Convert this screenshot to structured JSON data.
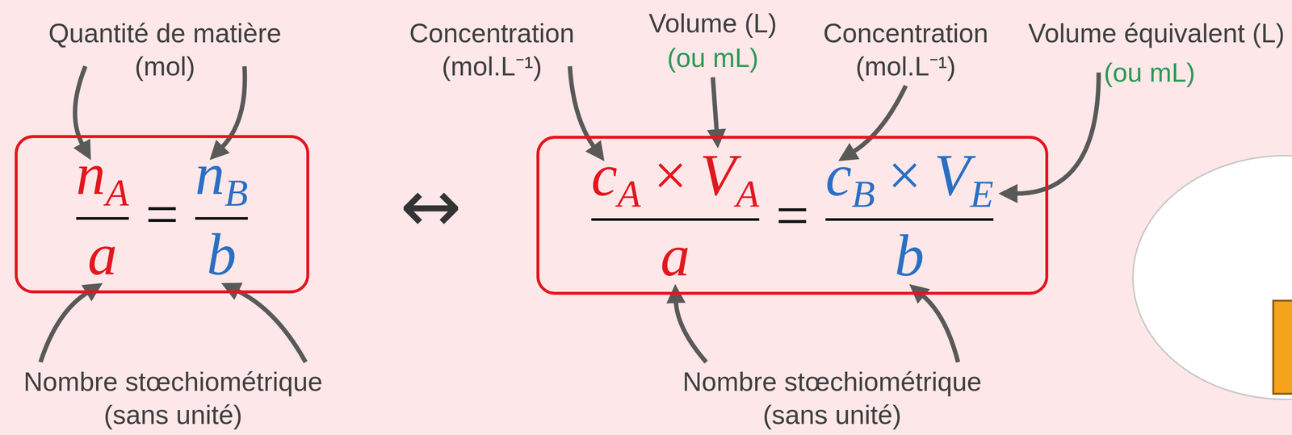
{
  "diagram": {
    "nodes": [
      {
        "text": [
          "n",
          "A",
          "a",
          "=",
          "n",
          "B",
          "b"
        ]
      },
      {
        "text": [
          "c",
          "A",
          "×",
          "V",
          "A",
          "a",
          "=",
          "c",
          "B",
          "×",
          "V",
          "E",
          "b"
        ]
      }
    ],
    "labels": [
      "Quantité de matière (mol)",
      "Nombre stœchiométrique (sans unité)",
      "↔",
      "Concentration (mol.L⁻¹)",
      "Volume (L)",
      "(ou mL)",
      "Concentration (mol.L⁻¹)",
      "Volume équivalent (L)",
      "(ou mL)",
      "Nombre stœchiométrique (sans unité)"
    ]
  }
}
